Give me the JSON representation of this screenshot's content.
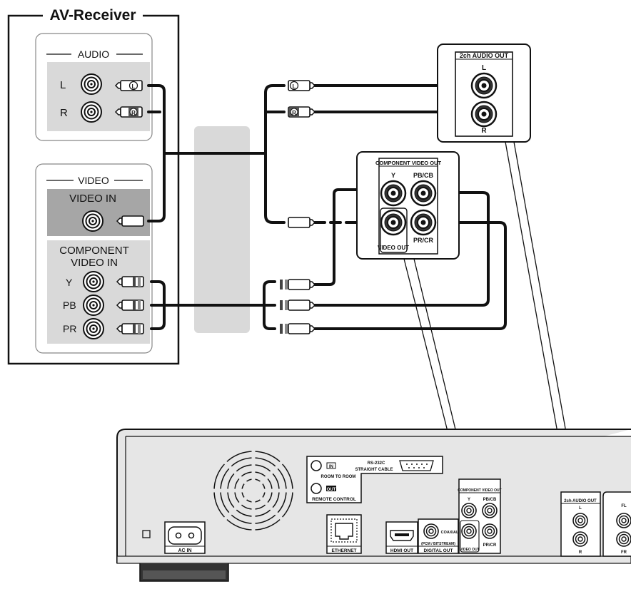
{
  "receiver": {
    "title": "AV-Receiver",
    "audio": {
      "heading": "AUDIO",
      "left": "L",
      "right": "R"
    },
    "video": {
      "heading": "VIDEO",
      "video_in": "VIDEO IN",
      "component_line1": "COMPONENT",
      "component_line2": "VIDEO IN",
      "y": "Y",
      "pb": "PB",
      "pr": "PR"
    }
  },
  "plugs": {
    "left": "L",
    "right": "R"
  },
  "callout_audio": {
    "title": "2ch AUDIO OUT",
    "left": "L",
    "right": "R"
  },
  "callout_component": {
    "title": "COMPONENT VIDEO OUT",
    "y": "Y",
    "pb": "PB/CB",
    "pr": "PR/CR",
    "video_out": "VIDEO OUT"
  },
  "player": {
    "remote_in": "IN",
    "room_to_room": "ROOM TO ROOM",
    "remote_out": "OUT",
    "remote_control": "REMOTE CONTROL",
    "rs232c": "RS-232C",
    "straight_cable": "STRAIGHT CABLE",
    "ac_in": "AC IN",
    "ethernet": "ETHERNET",
    "hdmi_out": "HDMI OUT",
    "coaxial": "COAXIAL",
    "pcm_bitstream": "(PCM / BITSTREAM)",
    "digital_out": "DIGITAL OUT",
    "component_title": "COMPONENT VIDEO OUT",
    "y": "Y",
    "pb": "PB/CB",
    "pr": "PR/CR",
    "video_out": "VIDEO OUT",
    "audio_title": "2ch AUDIO OUT",
    "audio_l": "L",
    "audio_r": "R",
    "mc_fl": "FL",
    "mc_fr": "FR"
  },
  "colors": {
    "panel_gray": "#d9d9d9",
    "dark_gray": "#a6a6a6",
    "cable": "#111111",
    "chassis": "#e6e6e6"
  }
}
